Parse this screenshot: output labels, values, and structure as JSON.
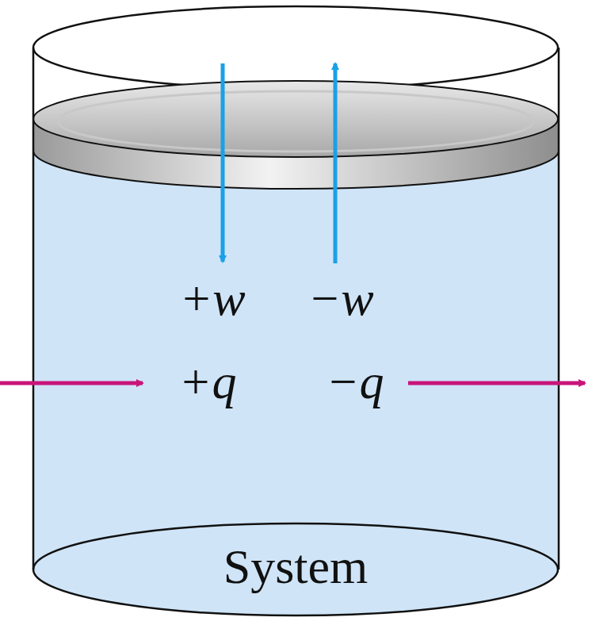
{
  "diagram": {
    "labels": [
      "+w",
      "−w",
      "+q",
      "−q",
      "System"
    ]
  }
}
